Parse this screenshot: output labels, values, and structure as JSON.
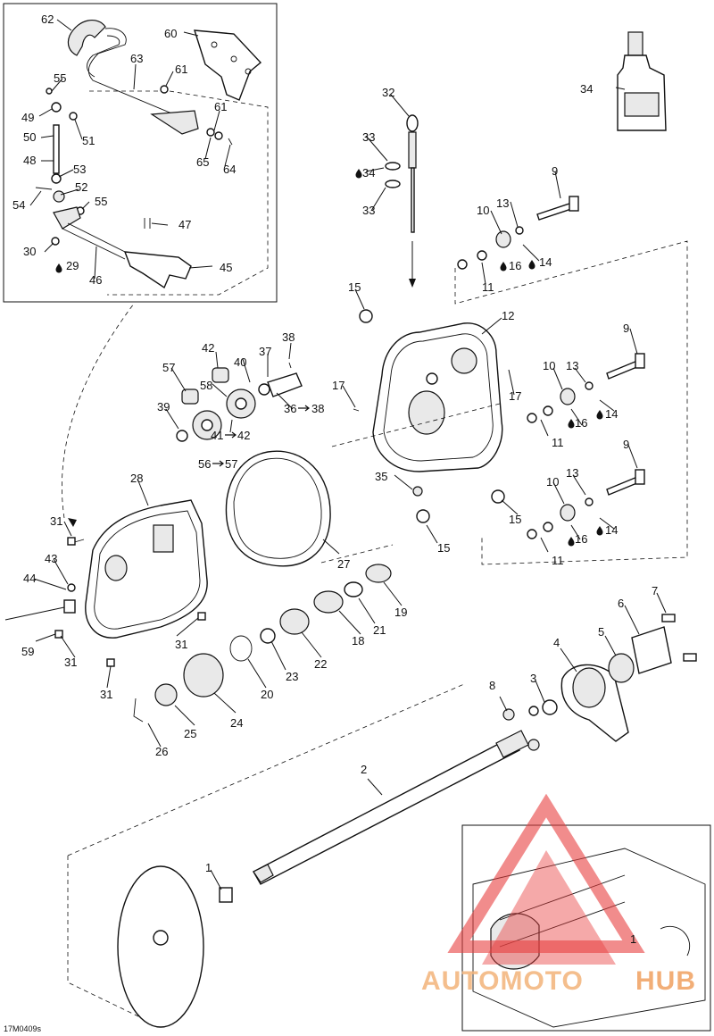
{
  "diagram": {
    "code": "17M0409s",
    "watermark": {
      "text_a": "AUTOMOTO",
      "text_b": "HUB",
      "color_a": "#f3b37a",
      "color_b": "#f0a060",
      "logo_color": "#e84040"
    },
    "labels": {
      "l62": "62",
      "l60": "60",
      "l63": "63",
      "l61a": "61",
      "l55a": "55",
      "l49": "49",
      "l50": "50",
      "l51": "51",
      "l61b": "61",
      "l48": "48",
      "l53": "53",
      "l65": "65",
      "l64": "64",
      "l54": "54",
      "l52": "52",
      "l55b": "55",
      "l47": "47",
      "l30": "30",
      "l29": "29",
      "l46": "46",
      "l45": "45",
      "l32": "32",
      "l33a": "33",
      "l34a": "34",
      "l33b": "33",
      "l34b": "34",
      "l9a": "9",
      "l13a": "13",
      "l10a": "10",
      "l14a": "14",
      "l16a": "16",
      "l11a": "11",
      "l15a": "15",
      "l12": "12",
      "l38": "38",
      "l42": "42",
      "l37": "37",
      "l40": "40",
      "l57": "57",
      "l58": "58",
      "l17a": "17",
      "l17b": "17",
      "l36": "36",
      "l36b": "38",
      "l39": "39",
      "l41": "41",
      "l41b": "42",
      "l56": "56",
      "l56b": "57",
      "l9b": "9",
      "l10b": "10",
      "l13b": "13",
      "l14b": "14",
      "l16b": "16",
      "l11b": "11",
      "l9c": "9",
      "l35": "35",
      "l28": "28",
      "l13c": "13",
      "l10c": "10",
      "l15b": "15",
      "l14c": "14",
      "l16c": "16",
      "l11c": "11",
      "l15c": "15",
      "l31a": "31",
      "l27": "27",
      "l43": "43",
      "l44": "44",
      "l19": "19",
      "l21": "21",
      "l59": "59",
      "l31b": "31",
      "l31c": "31",
      "l18": "18",
      "l22": "22",
      "l23": "23",
      "l20": "20",
      "l31d": "31",
      "l7": "7",
      "l6": "6",
      "l4": "4",
      "l5": "5",
      "l8": "8",
      "l3": "3",
      "l24": "24",
      "l25": "25",
      "l26": "26",
      "l2": "2",
      "l1": "1",
      "inset1": "1"
    }
  }
}
